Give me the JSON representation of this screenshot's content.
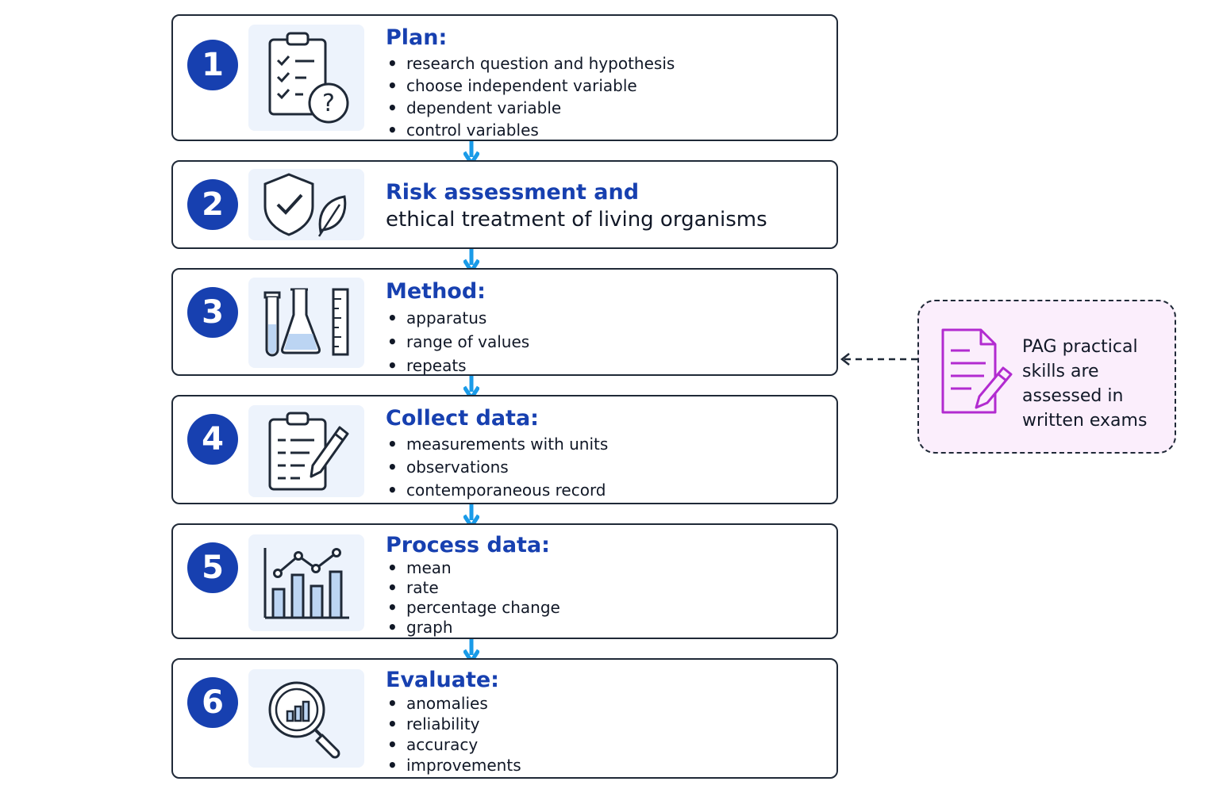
{
  "steps": [
    {
      "number": "1",
      "title": "Plan:",
      "items": [
        "research question and hypothesis",
        "choose independent variable",
        "dependent variable",
        "control variables"
      ],
      "icon": "clipboard-question-icon"
    },
    {
      "number": "2",
      "title": "Risk assessment and",
      "subtitle": "ethical treatment of living organisms",
      "icon": "shield-leaf-icon"
    },
    {
      "number": "3",
      "title": "Method:",
      "items": [
        "apparatus",
        "range of values",
        "repeats"
      ],
      "icon": "lab-glassware-icon"
    },
    {
      "number": "4",
      "title": "Collect data:",
      "items": [
        "measurements with units",
        "observations",
        "contemporaneous record"
      ],
      "icon": "clipboard-pencil-icon"
    },
    {
      "number": "5",
      "title": "Process data:",
      "items": [
        "mean",
        "rate",
        "percentage change",
        "graph"
      ],
      "icon": "bar-line-chart-icon"
    },
    {
      "number": "6",
      "title": "Evaluate:",
      "items": [
        "anomalies",
        "reliability",
        "accuracy",
        "improvements"
      ],
      "icon": "magnifier-chart-icon"
    }
  ],
  "note": {
    "lines": [
      "PAG practical",
      "skills are",
      "assessed in",
      "written exams"
    ],
    "icon": "document-pencil-icon"
  },
  "colors": {
    "title": "#1740b0",
    "number_circle": "#1740b0",
    "arrow": "#1a9be8",
    "note_icon": "#b22bd0",
    "note_bg": "#fbeefc",
    "tile_bg": "#edf3fc"
  }
}
